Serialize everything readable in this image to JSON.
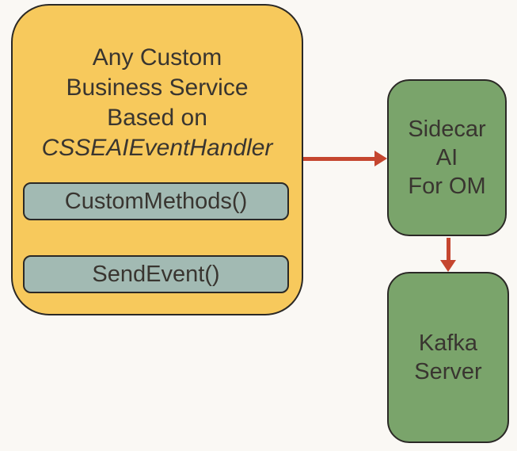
{
  "colors": {
    "background": "#FAF8F4",
    "service_fill": "#F7C95C",
    "stroke": "#2B2926",
    "method_fill": "#A2BAB3",
    "node_fill": "#7AA46B",
    "arrow": "#C5462F",
    "text": "#393530"
  },
  "service_box": {
    "title_lines": [
      "Any Custom",
      "Business Service",
      "Based on"
    ],
    "title_italic_line": "CSSEAIEventHandler",
    "methods": [
      {
        "label": "CustomMethods()"
      },
      {
        "label": "SendEvent()"
      }
    ]
  },
  "nodes": {
    "sidecar": {
      "lines": [
        "Sidecar",
        "AI",
        "For OM"
      ]
    },
    "kafka": {
      "lines": [
        "Kafka",
        "Server"
      ]
    }
  },
  "arrows": [
    {
      "from": "service_box",
      "to": "sidecar",
      "direction": "right"
    },
    {
      "from": "sidecar",
      "to": "kafka",
      "direction": "down"
    }
  ]
}
